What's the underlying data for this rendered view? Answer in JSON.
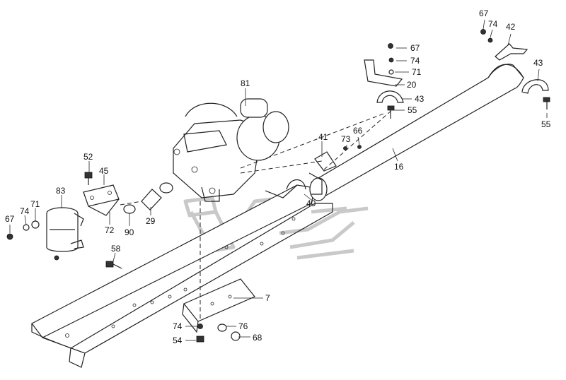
{
  "labels": {
    "p7": "7",
    "p16": "16",
    "p20": "20",
    "p29": "29",
    "p40": "40",
    "p41": "41",
    "p42": "42",
    "p43a": "43",
    "p43b": "43",
    "p45": "45",
    "p52": "52",
    "p54": "54",
    "p55a": "55",
    "p55b": "55",
    "p58": "58",
    "p66": "66",
    "p67a": "67",
    "p67b": "67",
    "p67c": "67",
    "p68": "68",
    "p71a": "71",
    "p71b": "71",
    "p72": "72",
    "p73": "73",
    "p74a": "74",
    "p74b": "74",
    "p74c": "74",
    "p74d": "74",
    "p76": "76",
    "p81": "81",
    "p83": "83",
    "p90": "90"
  }
}
